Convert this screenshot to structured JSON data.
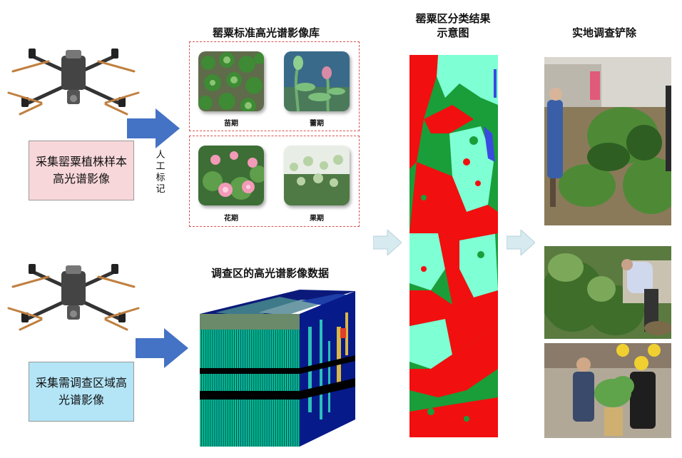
{
  "titles": {
    "library": "罂粟标准高光谱影像库",
    "classification": "罂粟区分类结果示意图",
    "survey_data": "调查区的高光谱影像数据",
    "field": "实地调查铲除"
  },
  "boxes": {
    "collect_sample": "采集罂粟植株样本高光谱影像",
    "collect_area": "采集需调查区域高光谱影像"
  },
  "manual_label": "人工标记",
  "stages": {
    "seedling": "苗期",
    "bud": "蕾期",
    "flower": "花期",
    "fruit": "果期"
  },
  "colors": {
    "arrow_dark": "#4472c4",
    "arrow_light": "#d6eaf0",
    "pink_box": "#f8d7da",
    "blue_box": "#b3e5f7",
    "class_red": "#f20f0f",
    "class_green": "#1a9e3a",
    "class_cyan": "#7fffd4"
  }
}
